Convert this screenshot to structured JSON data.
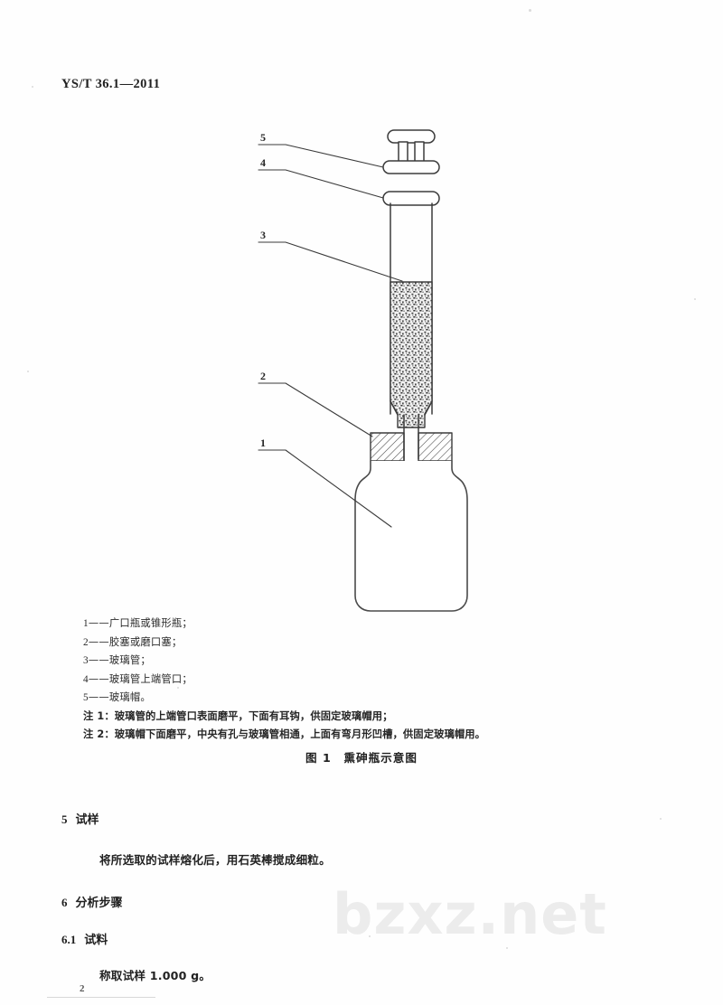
{
  "document": {
    "header_standard_code": "YS/T 36.1—2011",
    "page_number": "2",
    "watermark": "bzxz.net"
  },
  "figure": {
    "caption_prefix": "图 1",
    "caption_title": "熏砷瓶示意图",
    "caption_full": "图 1　熏砷瓶示意图",
    "callout_labels": [
      "1",
      "2",
      "3",
      "4",
      "5"
    ],
    "legend": [
      {
        "num": "1",
        "dash": "——",
        "label": "广口瓶或锥形瓶；"
      },
      {
        "num": "2",
        "dash": "——",
        "label": "胶塞或磨口塞；"
      },
      {
        "num": "3",
        "dash": "——",
        "label": "玻璃管；"
      },
      {
        "num": "4",
        "dash": "——",
        "label": "玻璃管上端管口；"
      },
      {
        "num": "5",
        "dash": "——",
        "label": "玻璃帽。"
      }
    ],
    "notes": [
      "注 1：玻璃管的上端管口表面磨平，下面有耳钩，供固定玻璃帽用；",
      "注 2：玻璃帽下面磨平，中央有孔与玻璃管相通，上面有弯月形凹槽，供固定玻璃帽用。"
    ],
    "parts": {
      "glass_cap": "玻璃帽",
      "tube_top_mouth": "玻璃管上端管口",
      "glass_tube": "玻璃管",
      "stopper": "胶塞或磨口塞",
      "bottle": "广口瓶或锥形瓶"
    },
    "colors": {
      "line": "#3a3a3a",
      "fill_granular": "#585858",
      "hatch": "#444444"
    }
  },
  "sections": [
    {
      "number": "5",
      "title": "试样",
      "body": "将所选取的试样熔化后，用石英棒搅成细粒。"
    },
    {
      "number": "6",
      "title": "分析步骤",
      "body": ""
    },
    {
      "number": "6.1",
      "title": "试料",
      "body": "称取试样 1.000 g。"
    }
  ]
}
